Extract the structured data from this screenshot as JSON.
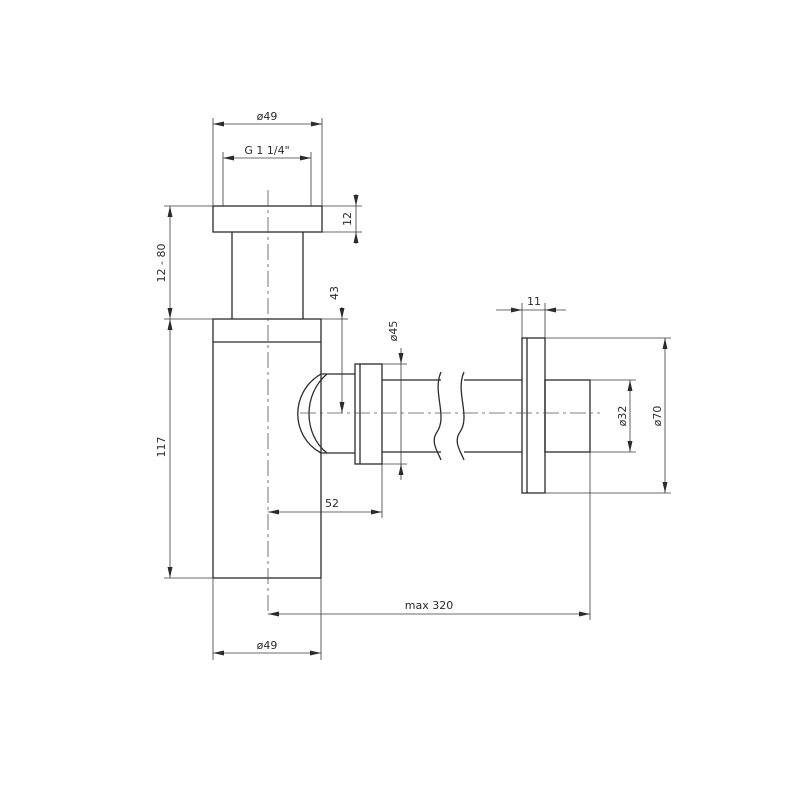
{
  "dimensions": {
    "cap_diameter": "ø49",
    "thread": "G 1 1/4\"",
    "cap_height": "12",
    "height_range": "12 - 80",
    "body_height": "117",
    "outlet_offset": "43",
    "nut_diameter": "ø45",
    "outlet_length": "52",
    "flange_thickness": "11",
    "pipe_diameter": "ø32",
    "flange_diameter": "ø70",
    "max_length": "max 320",
    "body_diameter": "ø49"
  }
}
